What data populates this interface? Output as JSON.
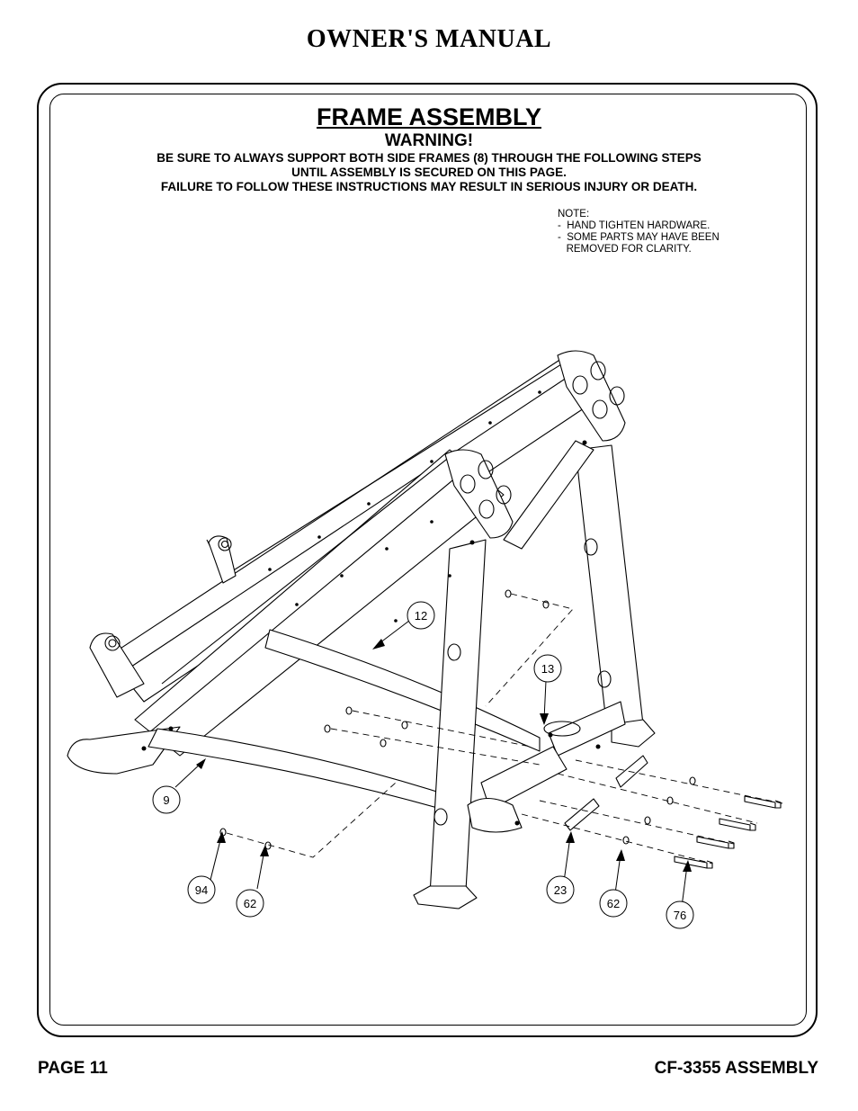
{
  "header": {
    "title": "OWNER'S MANUAL"
  },
  "section": {
    "title": "FRAME ASSEMBLY",
    "warning_title": "WARNING!",
    "warning_lines": [
      "BE SURE TO ALWAYS SUPPORT BOTH SIDE FRAMES (8) THROUGH THE FOLLOWING STEPS",
      "UNTIL ASSEMBLY IS SECURED ON THIS PAGE.",
      "FAILURE TO FOLLOW THESE INSTRUCTIONS MAY RESULT IN SERIOUS INJURY OR DEATH."
    ]
  },
  "note": {
    "heading": "NOTE:",
    "items": [
      "-  HAND TIGHTEN HARDWARE.",
      "-  SOME PARTS MAY HAVE BEEN",
      "   REMOVED FOR CLARITY."
    ]
  },
  "callouts": {
    "c12": "12",
    "c13": "13",
    "c9": "9",
    "c94": "94",
    "c62a": "62",
    "c23": "23",
    "c62b": "62",
    "c76": "76"
  },
  "footer": {
    "page": "PAGE 11",
    "model": "CF-3355 ASSEMBLY"
  }
}
